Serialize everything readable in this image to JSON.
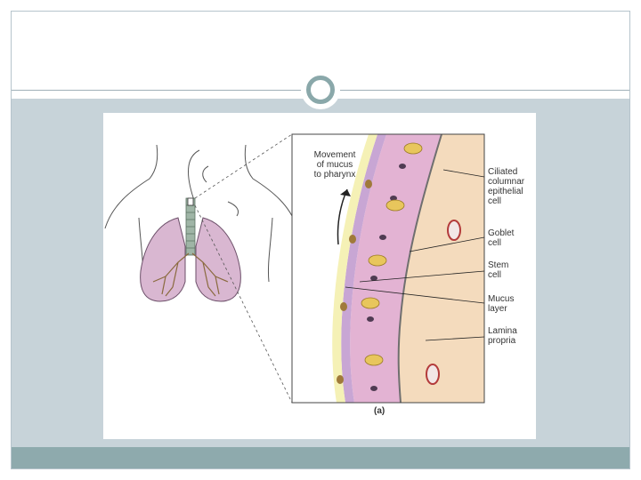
{
  "slide": {
    "colors": {
      "content_band": "#c7d3d9",
      "footer_band": "#8eaaad",
      "ring": "#8aa8aa",
      "rule": "#9fb0b8"
    }
  },
  "figure": {
    "labels": {
      "movement": "Movement\nof mucus\nto pharynx",
      "ciliated": "Ciliated\ncolumnar\nepithelial\ncell",
      "goblet": "Goblet\ncell",
      "stem": "Stem\ncell",
      "mucus": "Mucus\nlayer",
      "lamina": "Lamina\npropria",
      "panel": "(a)"
    }
  }
}
